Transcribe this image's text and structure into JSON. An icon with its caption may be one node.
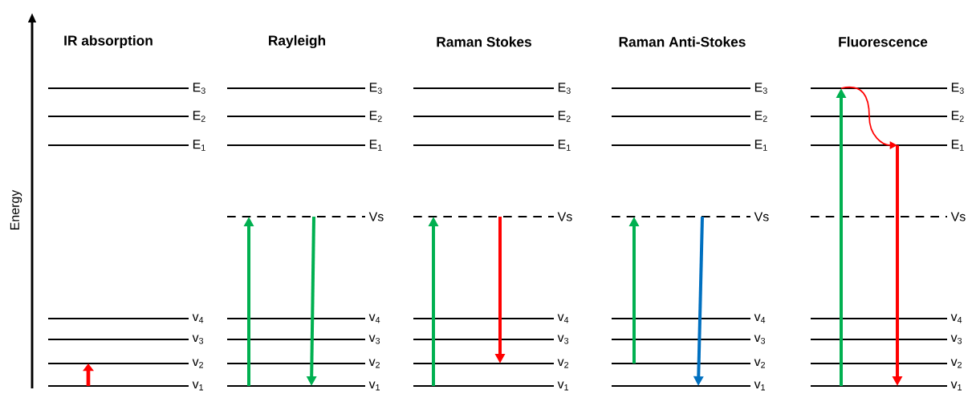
{
  "diagram": {
    "nodes": [
      {
        "text": [
          "E$_{3}$"
        ]
      },
      {
        "text": [
          "E$_{2}$"
        ]
      },
      {
        "text": [
          "E$_{1}$"
        ]
      },
      {
        "text": [
          "v$_{4}$"
        ]
      },
      {
        "text": [
          "v$_{3}$"
        ]
      },
      {
        "text": [
          "v$_{2}$"
        ]
      },
      {
        "text": [
          "v$_{1}$"
        ]
      },
      {
        "text": [
          "E$_{3}$"
        ]
      },
      {
        "text": [
          "E$_{2}$"
        ]
      },
      {
        "text": [
          "E$_{1}$"
        ]
      },
      {
        "text": [
          "Vs"
        ]
      },
      {
        "text": [
          "v$_{4}$"
        ]
      },
      {
        "text": [
          "v$_{3}$"
        ]
      },
      {
        "text": [
          "v$_{2}$"
        ]
      },
      {
        "text": [
          "v$_{1}$"
        ]
      },
      {
        "text": [
          "E$_{3}$"
        ]
      },
      {
        "text": [
          "E$_{2}$"
        ]
      },
      {
        "text": [
          "E$_{1}$"
        ]
      },
      {
        "text": [
          "Vs"
        ]
      },
      {
        "text": [
          "v$_{4}$"
        ]
      },
      {
        "text": [
          "v$_{3}$"
        ]
      },
      {
        "text": [
          "v$_{2}$"
        ]
      },
      {
        "text": [
          "v$_{1}$"
        ]
      },
      {
        "text": [
          "E$_{3}$"
        ]
      },
      {
        "text": [
          "E$_{2}$"
        ]
      },
      {
        "text": [
          "E$_{1}$"
        ]
      },
      {
        "text": [
          "Vs"
        ]
      },
      {
        "text": [
          "v$_{4}$"
        ]
      },
      {
        "text": [
          "v$_{3}$"
        ]
      },
      {
        "text": [
          "v$_{2}$"
        ]
      },
      {
        "text": [
          "v$_{1}$"
        ]
      },
      {
        "text": [
          "E$_{3}$"
        ]
      },
      {
        "text": [
          "E$_{2}$"
        ]
      },
      {
        "text": [
          "E$_{1}$"
        ]
      },
      {
        "text": [
          "Vs"
        ]
      },
      {
        "text": [
          "v$_{4}$"
        ]
      },
      {
        "text": [
          "v$_{3}$"
        ]
      },
      {
        "text": [
          "v$_{2}$"
        ]
      },
      {
        "text": [
          "v$_{1}$"
        ]
      }
    ],
    "edges": [
      {
        "from": 6,
        "to": 5,
        "arrow": "to",
        "color": "#ff0000"
      },
      {
        "from": 14,
        "to": 10,
        "arrow": "to",
        "color": "#00b050"
      },
      {
        "from": 10,
        "to": 14,
        "arrow": "to",
        "color": "#00b050"
      },
      {
        "from": 22,
        "to": 18,
        "arrow": "to",
        "color": "#00b050"
      },
      {
        "from": 18,
        "to": 21,
        "arrow": "to",
        "color": "#ff0000"
      },
      {
        "from": 29,
        "to": 26,
        "arrow": "to",
        "color": "#00b050"
      },
      {
        "from": 26,
        "to": 30,
        "arrow": "to",
        "color": "#0070c0"
      },
      {
        "from": 38,
        "to": 31,
        "arrow": "to",
        "color": "#00b050"
      },
      {
        "from": 31,
        "to": 33,
        "arrow": "to",
        "color": "#ff0000"
      },
      {
        "from": 33,
        "to": 38,
        "arrow": "to",
        "color": "#ff0000"
      }
    ],
    "labels": [
      "Energy",
      "IR absorption",
      "Rayleigh",
      "Raman Stokes",
      "Raman Anti-Stokes",
      "Fluorescence"
    ]
  }
}
